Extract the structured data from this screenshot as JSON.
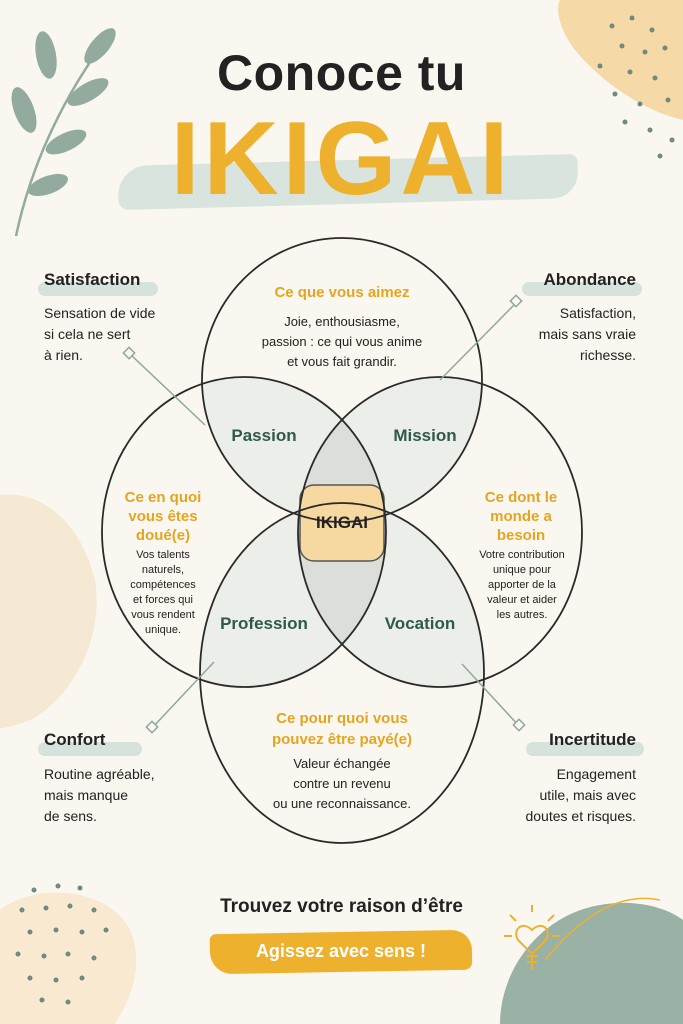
{
  "header": {
    "title_line1": "Conoce tu",
    "title_line2": "IKIGAI"
  },
  "corners": {
    "top_left": {
      "heading": "Satisfaction",
      "lines": [
        "Sensation de vide",
        "si cela ne sert",
        "à rien."
      ]
    },
    "top_right": {
      "heading": "Abondance",
      "lines": [
        "Satisfaction,",
        "mais sans vraie",
        "richesse."
      ]
    },
    "bottom_left": {
      "heading": "Confort",
      "lines": [
        "Routine agréable,",
        "mais manque",
        "de sens."
      ]
    },
    "bottom_right": {
      "heading": "Incertitude",
      "lines": [
        "Engagement",
        "utile, mais avec",
        "doutes et risques."
      ]
    }
  },
  "circles": {
    "top": {
      "title": "Ce que vous aimez",
      "lines": [
        "Joie, enthousiasme,",
        "passion : ce qui vous anime",
        "et vous fait grandir."
      ]
    },
    "left": {
      "title_lines": [
        "Ce en quoi",
        "vous êtes",
        "doué(e)"
      ],
      "lines": [
        "Vos talents",
        "naturels,",
        "compétences",
        "et forces qui",
        "vous rendent",
        "unique."
      ]
    },
    "right": {
      "title_lines": [
        "Ce dont le",
        "monde a",
        "besoin"
      ],
      "lines": [
        "Votre contribution",
        "unique pour",
        "apporter de la",
        "valeur et aider",
        "les autres."
      ]
    },
    "bottom": {
      "title_lines": [
        "Ce pour quoi vous",
        "pouvez être payé(e)"
      ],
      "lines": [
        "Valeur échangée",
        "contre un revenu",
        "ou une reconnaissance."
      ]
    }
  },
  "overlaps": {
    "passion": "Passion",
    "mission": "Mission",
    "profession": "Profession",
    "vocation": "Vocation",
    "center": "IKIGAI"
  },
  "footer": {
    "tagline": "Trouvez votre raison d’être",
    "cta": "Agissez avec sens !"
  },
  "colors": {
    "background": "#faf7f1",
    "accent_yellow": "#eeb12e",
    "sage_green": "#8fa89c",
    "center_fill": "#f5d9a0",
    "overlap_text": "#2f5a4a"
  },
  "icons": [
    "leaf-branch-icon",
    "heart-lightbulb-icon"
  ]
}
